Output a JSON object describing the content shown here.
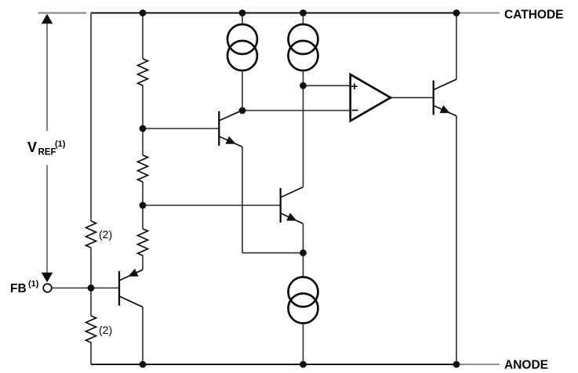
{
  "figure": {
    "type": "circuit-schematic",
    "description": "Equivalent internal schematic of an adjustable shunt regulator: reference divider, error amplifier and output transistor between cathode and anode rails"
  },
  "terminals": {
    "cathode": {
      "label": "CATHODE"
    },
    "anode": {
      "label": "ANODE"
    },
    "feedback": {
      "label": "FB",
      "note": "(1)"
    }
  },
  "reference_marker": {
    "symbol": "V",
    "subscript": "REF",
    "note": "(1)"
  },
  "resistor_notes": {
    "upper": "(2)",
    "lower": "(2)"
  },
  "opamp": {
    "plus": "+",
    "minus": "−"
  },
  "components": {
    "current_sources": 3,
    "npn_transistors": 3,
    "pnp_transistors": 1,
    "resistors": 5,
    "op_amps": 1,
    "junction_dots": 13
  },
  "colors": {
    "ink": "#0f0f0f",
    "wire": "#2e2e2e",
    "dimension": "#7f7f7f",
    "background": "#ffffff"
  }
}
